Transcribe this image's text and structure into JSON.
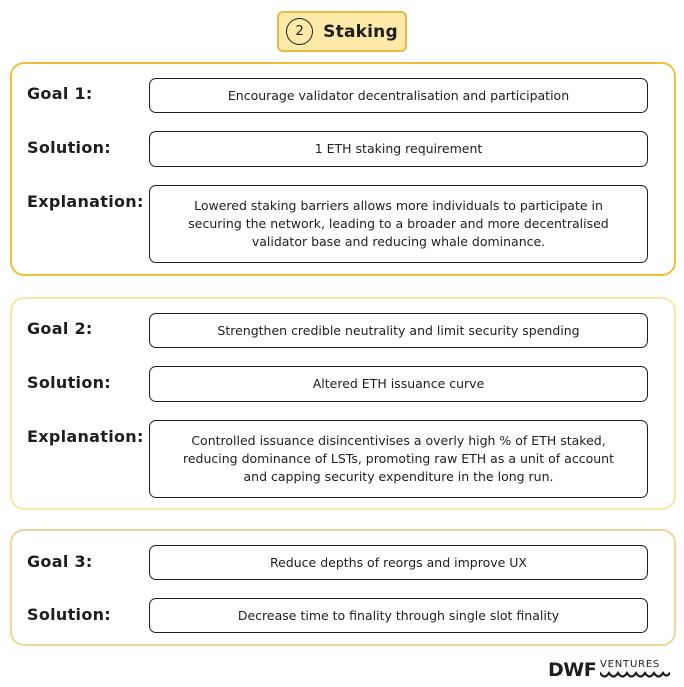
{
  "header": {
    "step_number": "2",
    "title": "Staking"
  },
  "sections": [
    {
      "goal_label": "Goal 1:",
      "goal_text": "Encourage validator decentralisation and participation",
      "solution_label": "Solution:",
      "solution_text": "1 ETH staking requirement",
      "explanation_label": "Explanation:",
      "explanation_text": "Lowered staking barriers allows more individuals to participate in securing the network, leading to a broader and more decentralised validator base and reducing whale dominance."
    },
    {
      "goal_label": "Goal 2:",
      "goal_text": "Strengthen credible neutrality and limit security spending",
      "solution_label": "Solution:",
      "solution_text": "Altered ETH issuance curve",
      "explanation_label": "Explanation:",
      "explanation_text": "Controlled issuance disincentivises a overly high % of ETH staked, reducing dominance of LSTs, promoting raw ETH as a unit of account and capping security expenditure in the long run."
    },
    {
      "goal_label": "Goal 3:",
      "goal_text": "Reduce depths of reorgs and improve UX",
      "solution_label": "Solution:",
      "solution_text": "Decrease time to finality through single slot finality"
    }
  ],
  "logo": {
    "primary": "DWF",
    "secondary": "VENTURES"
  },
  "colors": {
    "header_fill": "#fdeaa8",
    "section1_border": "#f0bf3a",
    "section2_border": "#f8e7a9",
    "section3_border": "#f1d49a",
    "ink": "#1e1e1e"
  }
}
